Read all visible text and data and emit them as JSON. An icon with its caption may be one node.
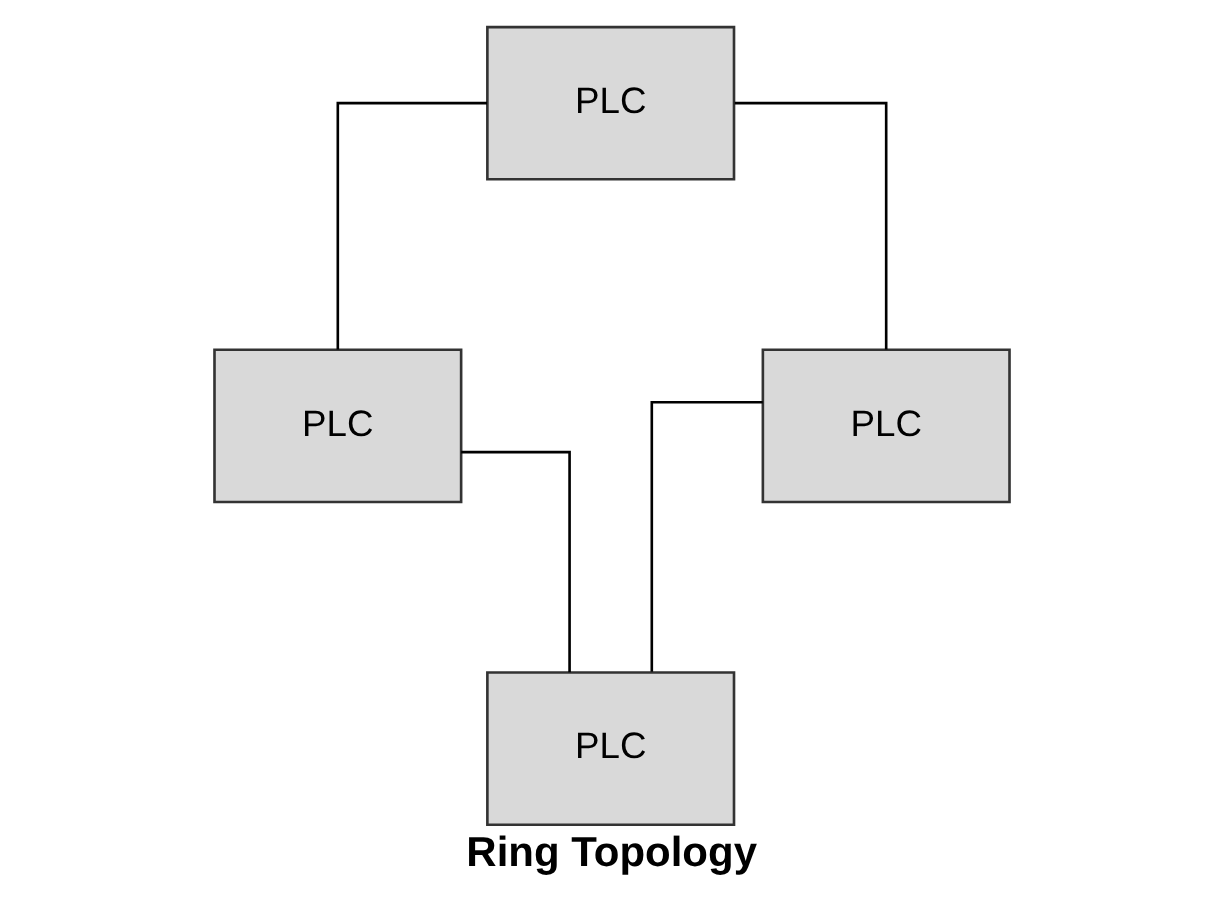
{
  "diagram": {
    "caption": "Ring Topology",
    "nodes": [
      {
        "text": [
          "PLC"
        ]
      },
      {
        "text": [
          "PLC"
        ]
      },
      {
        "text": [
          "PLC"
        ]
      },
      {
        "text": [
          "PLC"
        ]
      }
    ],
    "edges": [
      {
        "from": 0,
        "to": 1,
        "arrow": "none"
      },
      {
        "from": 0,
        "to": 2,
        "arrow": "none"
      },
      {
        "from": 2,
        "to": 3,
        "arrow": "none"
      },
      {
        "from": 3,
        "to": 1,
        "arrow": "none"
      }
    ]
  }
}
